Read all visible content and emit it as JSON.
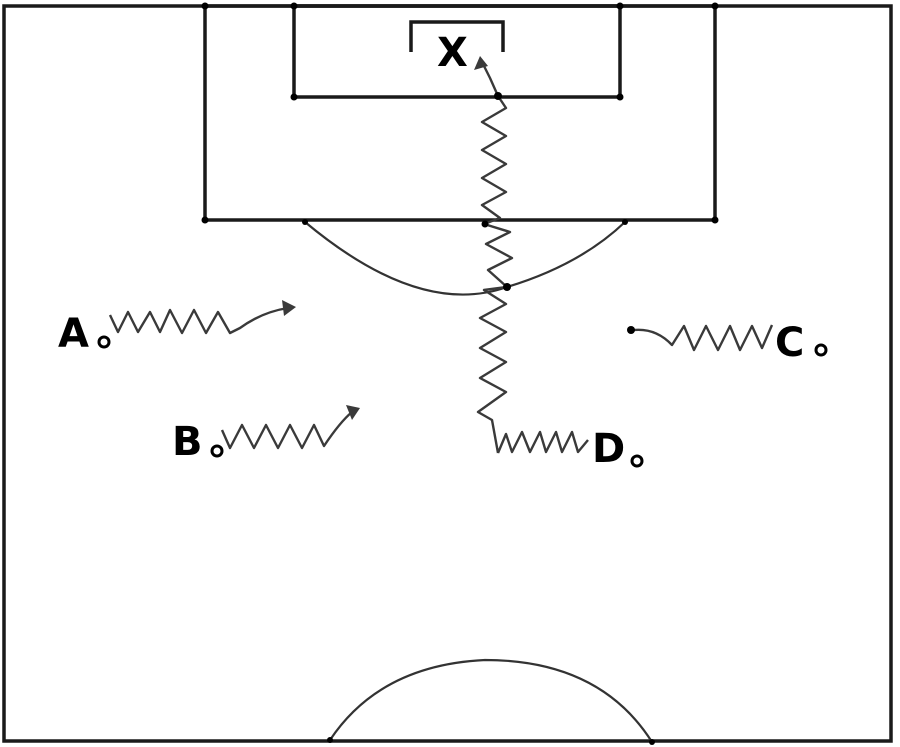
{
  "diagram": {
    "target_label": "X",
    "players": [
      {
        "id": "a",
        "label": "A"
      },
      {
        "id": "b",
        "label": "B"
      },
      {
        "id": "c",
        "label": "C"
      },
      {
        "id": "d",
        "label": "D"
      }
    ],
    "colors": {
      "field_lines": "#1a1a1a",
      "paths": "#3a3a3a",
      "background": "#ffffff"
    }
  }
}
